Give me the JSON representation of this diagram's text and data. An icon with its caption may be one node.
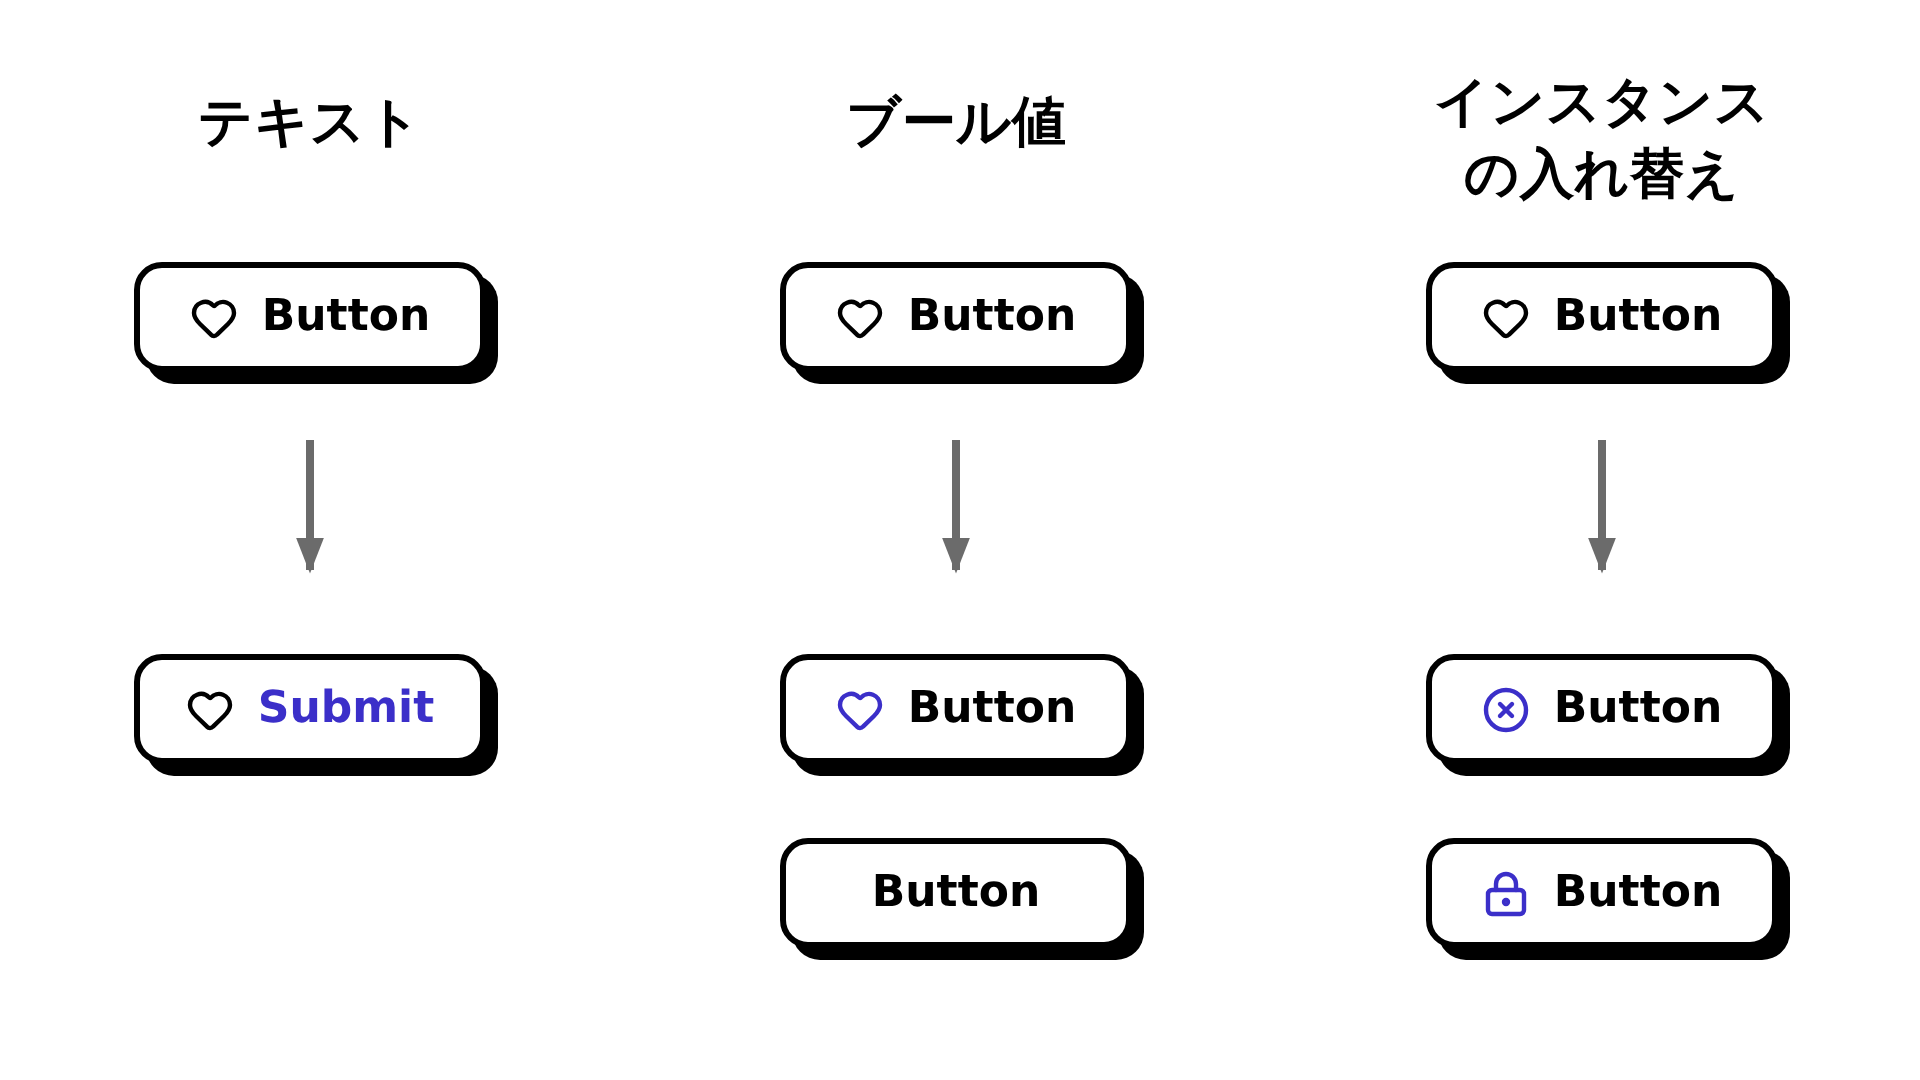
{
  "diagram": {
    "nodes": [
      {
        "text": [
          "Button"
        ]
      },
      {
        "text": [
          "Submit"
        ]
      },
      {
        "text": [
          "Button"
        ]
      },
      {
        "text": [
          "Button"
        ]
      },
      {
        "text": [
          "Button"
        ]
      },
      {
        "text": [
          "Button"
        ]
      },
      {
        "text": [
          "Button"
        ]
      },
      {
        "text": [
          "Button"
        ]
      }
    ],
    "edges": [
      {
        "from": 0,
        "to": 1,
        "arrow": "to"
      },
      {
        "from": 2,
        "to": 3,
        "arrow": "to"
      },
      {
        "from": 5,
        "to": 6,
        "arrow": "to"
      }
    ],
    "labels": [
      "テキスト",
      "ブール値",
      "インスタンスの入れ替え"
    ]
  }
}
